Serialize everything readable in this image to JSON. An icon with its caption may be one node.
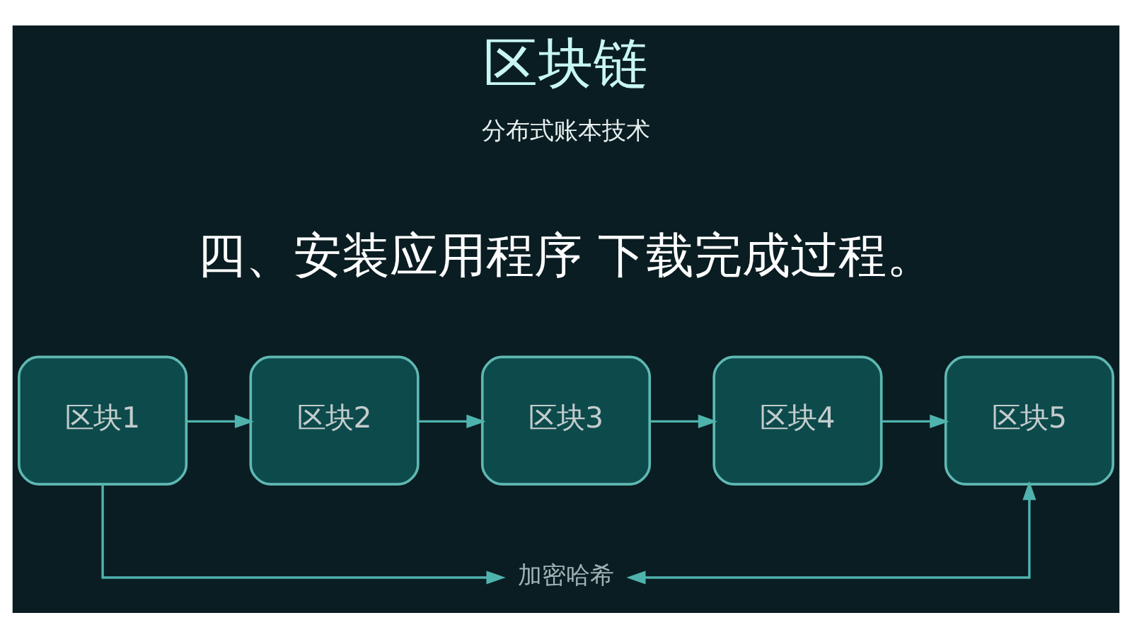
{
  "diagram": {
    "title": "区块链",
    "nodes": [
      {
        "text": [
          "区块1"
        ]
      },
      {
        "text": [
          "区块2"
        ]
      },
      {
        "text": [
          "区块3"
        ]
      },
      {
        "text": [
          "区块4"
        ]
      },
      {
        "text": [
          "区块5"
        ]
      },
      {
        "text": [
          "加密哈希"
        ]
      }
    ],
    "edges": [
      {
        "from": 0,
        "to": 1,
        "arrow": "to"
      },
      {
        "from": 1,
        "to": 2,
        "arrow": "to"
      },
      {
        "from": 2,
        "to": 3,
        "arrow": "to"
      },
      {
        "from": 3,
        "to": 4,
        "arrow": "to"
      },
      {
        "from": 0,
        "to": 5,
        "arrow": "to"
      },
      {
        "from": 4,
        "to": 5,
        "arrow": "both"
      }
    ],
    "labels": [
      "分布式账本技术",
      "四、安装应用程序 下载完成过程。"
    ]
  }
}
